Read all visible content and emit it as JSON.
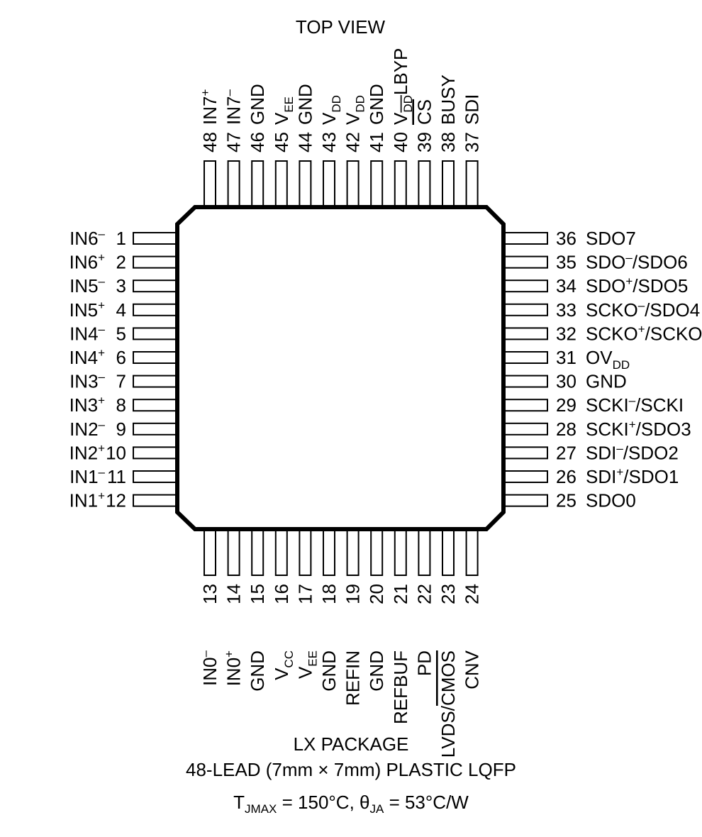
{
  "view_title": "TOP VIEW",
  "pins": {
    "left": [
      {
        "num": "1",
        "name": [
          [
            "IN6",
            "n"
          ],
          [
            "–",
            "sup"
          ]
        ]
      },
      {
        "num": "2",
        "name": [
          [
            "IN6",
            "n"
          ],
          [
            "+",
            "sup"
          ]
        ]
      },
      {
        "num": "3",
        "name": [
          [
            "IN5",
            "n"
          ],
          [
            "–",
            "sup"
          ]
        ]
      },
      {
        "num": "4",
        "name": [
          [
            "IN5",
            "n"
          ],
          [
            "+",
            "sup"
          ]
        ]
      },
      {
        "num": "5",
        "name": [
          [
            "IN4",
            "n"
          ],
          [
            "–",
            "sup"
          ]
        ]
      },
      {
        "num": "6",
        "name": [
          [
            "IN4",
            "n"
          ],
          [
            "+",
            "sup"
          ]
        ]
      },
      {
        "num": "7",
        "name": [
          [
            "IN3",
            "n"
          ],
          [
            "–",
            "sup"
          ]
        ]
      },
      {
        "num": "8",
        "name": [
          [
            "IN3",
            "n"
          ],
          [
            "+",
            "sup"
          ]
        ]
      },
      {
        "num": "9",
        "name": [
          [
            "IN2",
            "n"
          ],
          [
            "–",
            "sup"
          ]
        ]
      },
      {
        "num": "10",
        "name": [
          [
            "IN2",
            "n"
          ],
          [
            "+",
            "sup"
          ]
        ]
      },
      {
        "num": "11",
        "name": [
          [
            "IN1",
            "n"
          ],
          [
            "–",
            "sup"
          ]
        ]
      },
      {
        "num": "12",
        "name": [
          [
            "IN1",
            "n"
          ],
          [
            "+",
            "sup"
          ]
        ]
      }
    ],
    "right": [
      {
        "num": "36",
        "name": [
          [
            "SDO7",
            "n"
          ]
        ]
      },
      {
        "num": "35",
        "name": [
          [
            "SDO",
            "n"
          ],
          [
            "–",
            "sup"
          ],
          [
            "/SDO6",
            "n"
          ]
        ]
      },
      {
        "num": "34",
        "name": [
          [
            "SDO",
            "n"
          ],
          [
            "+",
            "sup"
          ],
          [
            "/SDO5",
            "n"
          ]
        ]
      },
      {
        "num": "33",
        "name": [
          [
            "SCKO",
            "n"
          ],
          [
            "–",
            "sup"
          ],
          [
            "/SDO4",
            "n"
          ]
        ]
      },
      {
        "num": "32",
        "name": [
          [
            "SCKO",
            "n"
          ],
          [
            "+",
            "sup"
          ],
          [
            "/SCKO",
            "n"
          ]
        ]
      },
      {
        "num": "31",
        "name": [
          [
            "OV",
            "n"
          ],
          [
            "DD",
            "sub"
          ]
        ]
      },
      {
        "num": "30",
        "name": [
          [
            "GND",
            "n"
          ]
        ]
      },
      {
        "num": "29",
        "name": [
          [
            "SCKI",
            "n"
          ],
          [
            "–",
            "sup"
          ],
          [
            "/SCKI",
            "n"
          ]
        ]
      },
      {
        "num": "28",
        "name": [
          [
            "SCKI",
            "n"
          ],
          [
            "+",
            "sup"
          ],
          [
            "/SDO3",
            "n"
          ]
        ]
      },
      {
        "num": "27",
        "name": [
          [
            "SDI",
            "n"
          ],
          [
            "–",
            "sup"
          ],
          [
            "/SDO2",
            "n"
          ]
        ]
      },
      {
        "num": "26",
        "name": [
          [
            "SDI",
            "n"
          ],
          [
            "+",
            "sup"
          ],
          [
            "/SDO1",
            "n"
          ]
        ]
      },
      {
        "num": "25",
        "name": [
          [
            "SDO0",
            "n"
          ]
        ]
      }
    ],
    "top": [
      {
        "num": "48",
        "name": [
          [
            "IN7",
            "n"
          ],
          [
            "+",
            "sup"
          ]
        ]
      },
      {
        "num": "47",
        "name": [
          [
            "IN7",
            "n"
          ],
          [
            "–",
            "sup"
          ]
        ]
      },
      {
        "num": "46",
        "name": [
          [
            "GND",
            "n"
          ]
        ]
      },
      {
        "num": "45",
        "name": [
          [
            "V",
            "n"
          ],
          [
            "EE",
            "sub"
          ]
        ]
      },
      {
        "num": "44",
        "name": [
          [
            "GND",
            "n"
          ]
        ]
      },
      {
        "num": "43",
        "name": [
          [
            "V",
            "n"
          ],
          [
            "DD",
            "sub"
          ]
        ]
      },
      {
        "num": "42",
        "name": [
          [
            "V",
            "n"
          ],
          [
            "DD",
            "sub"
          ]
        ]
      },
      {
        "num": "41",
        "name": [
          [
            "GND",
            "n"
          ]
        ]
      },
      {
        "num": "40",
        "name": [
          [
            "V",
            "n"
          ],
          [
            "DD",
            "subo"
          ],
          [
            "LBYP",
            "n"
          ]
        ]
      },
      {
        "num": "39",
        "name": [
          [
            "CS",
            "over"
          ]
        ]
      },
      {
        "num": "38",
        "name": [
          [
            "BUSY",
            "n"
          ]
        ]
      },
      {
        "num": "37",
        "name": [
          [
            "SDI",
            "n"
          ]
        ]
      }
    ],
    "bottom": [
      {
        "num": "13",
        "name": [
          [
            "IN0",
            "n"
          ],
          [
            "–",
            "sup"
          ]
        ]
      },
      {
        "num": "14",
        "name": [
          [
            "IN0",
            "n"
          ],
          [
            "+",
            "sup"
          ]
        ]
      },
      {
        "num": "15",
        "name": [
          [
            "GND",
            "n"
          ]
        ]
      },
      {
        "num": "16",
        "name": [
          [
            "V",
            "n"
          ],
          [
            "CC",
            "sub"
          ]
        ]
      },
      {
        "num": "17",
        "name": [
          [
            "V",
            "n"
          ],
          [
            "EE",
            "sub"
          ]
        ]
      },
      {
        "num": "18",
        "name": [
          [
            "GND",
            "n"
          ]
        ]
      },
      {
        "num": "19",
        "name": [
          [
            "REFIN",
            "n"
          ]
        ]
      },
      {
        "num": "20",
        "name": [
          [
            "GND",
            "n"
          ]
        ]
      },
      {
        "num": "21",
        "name": [
          [
            "REFBUF",
            "n"
          ]
        ]
      },
      {
        "num": "22",
        "name": [
          [
            "PD",
            "n"
          ]
        ]
      },
      {
        "num": "23",
        "name": [
          [
            "LVDS/",
            "n"
          ],
          [
            "CMOS",
            "over"
          ]
        ]
      },
      {
        "num": "24",
        "name": [
          [
            "CNV",
            "n"
          ]
        ]
      }
    ]
  },
  "package": {
    "name": "LX PACKAGE",
    "desc": "48-LEAD (7mm × 7mm) PLASTIC LQFP",
    "tj_label": "T",
    "tj_sub": "JMAX",
    "tj_value": " = 150°C, ",
    "theta_label": "θ",
    "theta_sub": "JA",
    "theta_value": " = 53°C/W"
  }
}
